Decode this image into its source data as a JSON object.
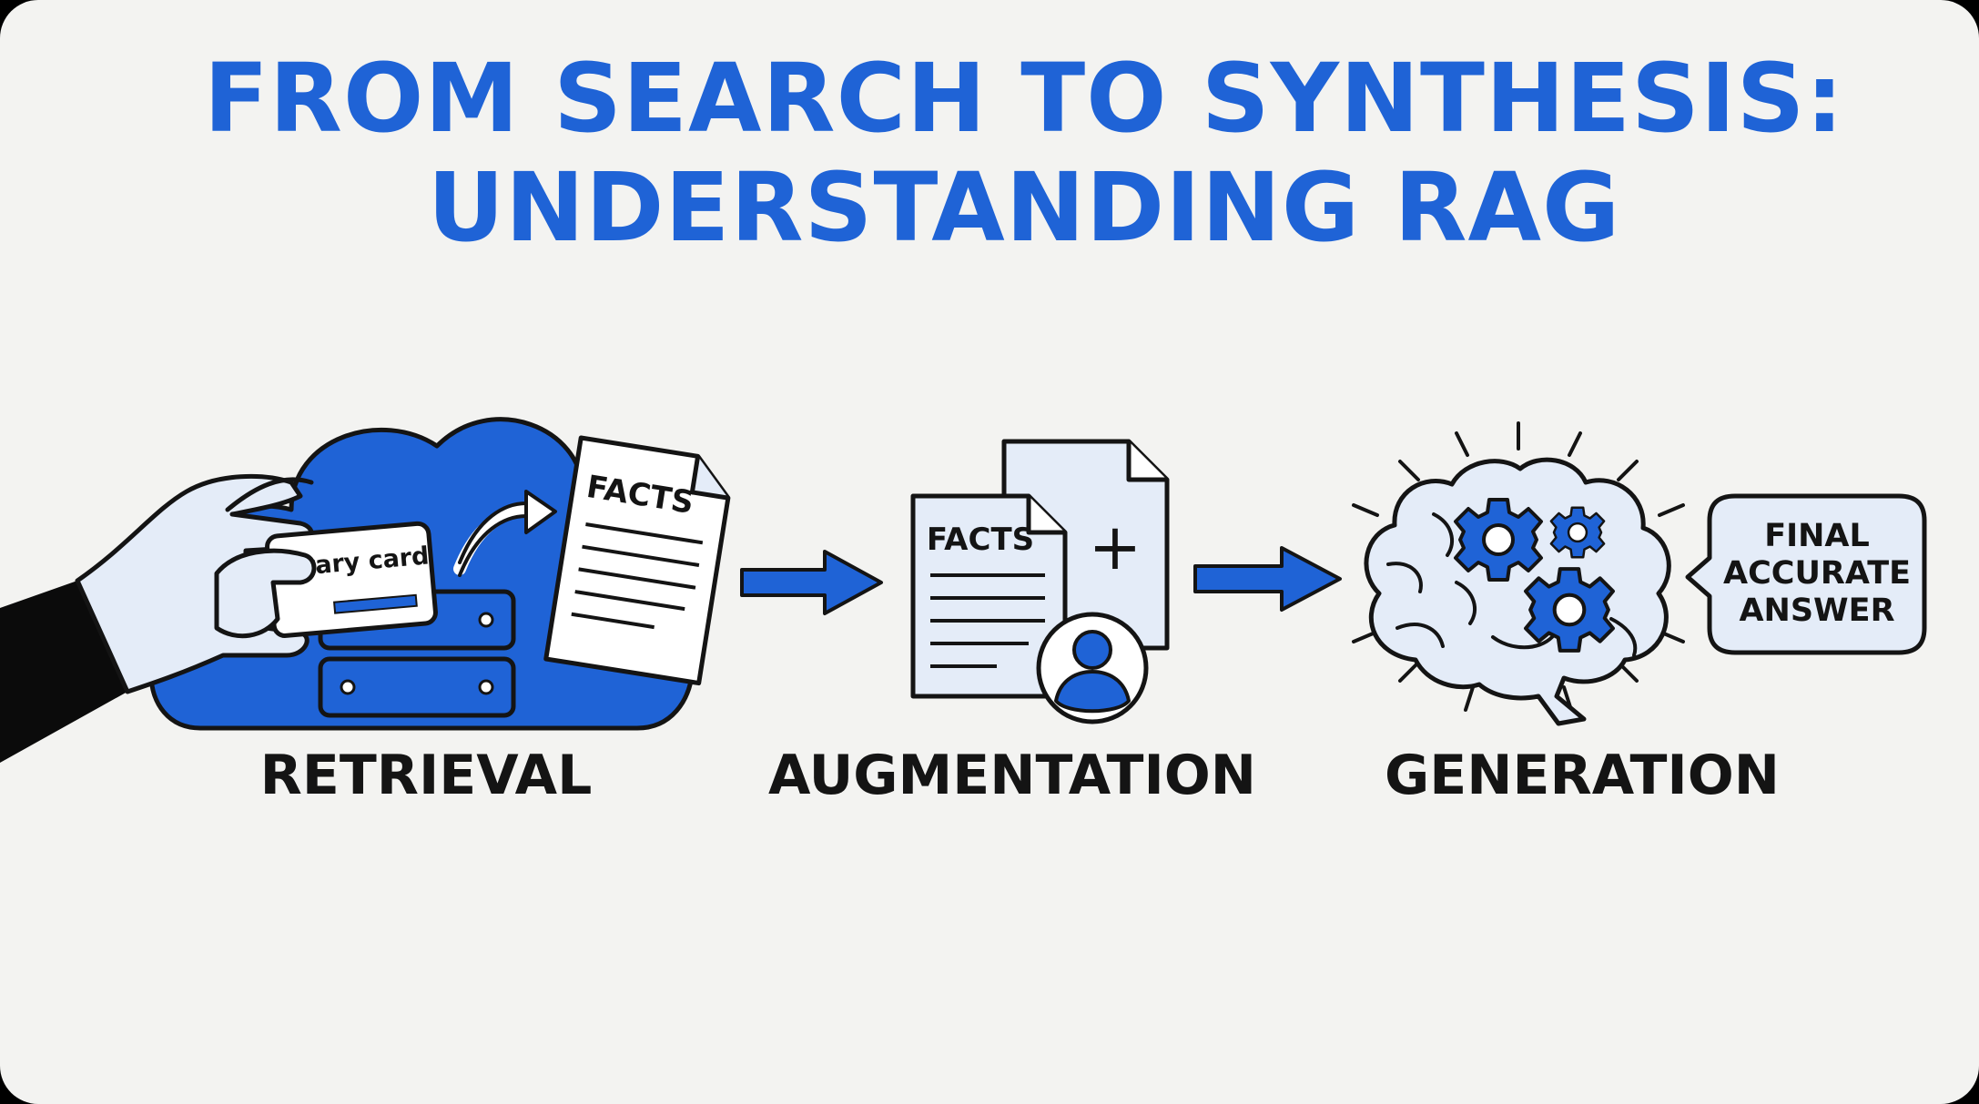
{
  "title": {
    "line1": "FROM SEARCH TO SYNTHESIS:",
    "line2": "UNDERSTANDING RAG"
  },
  "stages": {
    "retrieval": {
      "label": "RETRIEVAL",
      "card_text": "library card",
      "doc_text": "FACTS"
    },
    "augmentation": {
      "label": "AUGMENTATION",
      "doc_text": "FACTS",
      "plus_symbol": "+"
    },
    "generation": {
      "label": "GENERATION",
      "answer_lines": [
        "FINAL",
        "ACCURATE",
        "ANSWER"
      ]
    }
  },
  "icons": {
    "retrieval": [
      "hand-icon",
      "library-card-icon",
      "cloud-icon",
      "server-icon",
      "curved-arrow-icon",
      "document-icon"
    ],
    "augmentation": [
      "document-icon",
      "plus-icon",
      "user-icon"
    ],
    "generation": [
      "brain-icon",
      "gear-icon",
      "speech-bubble-icon"
    ],
    "flow": [
      "arrow-right-icon"
    ]
  },
  "colors": {
    "accent": "#1f63d6",
    "ink": "#141414",
    "light_fill": "#e4ecf8",
    "background": "#f3f3f1"
  }
}
